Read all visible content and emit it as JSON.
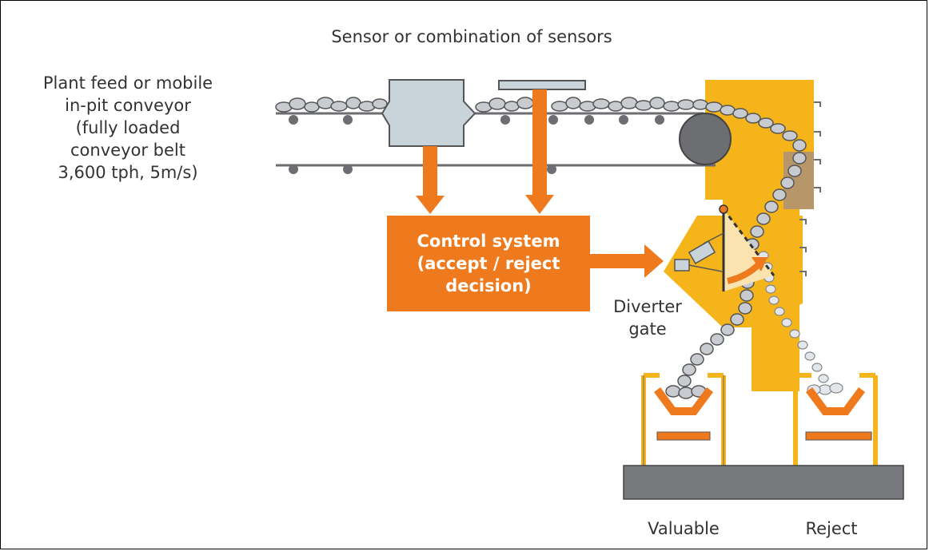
{
  "labels": {
    "sensor": "Sensor or combination of sensors",
    "feed_lines": [
      "Plant feed or mobile",
      "in-pit conveyor",
      "(fully loaded",
      "conveyor belt",
      "3,600 tph, 5m/s)"
    ],
    "control_lines": [
      "Control system",
      "(accept / reject",
      "decision)"
    ],
    "diverter_lines": [
      "Diverter",
      "gate"
    ],
    "valuable": "Valuable",
    "reject": "Reject"
  },
  "colors": {
    "orange": "#ef7a1d",
    "yellow": "#f4b41a",
    "gray_dark": "#6d6e71",
    "gray_light": "#c8d3da",
    "brown": "#b7976a",
    "base": "#77787b"
  }
}
